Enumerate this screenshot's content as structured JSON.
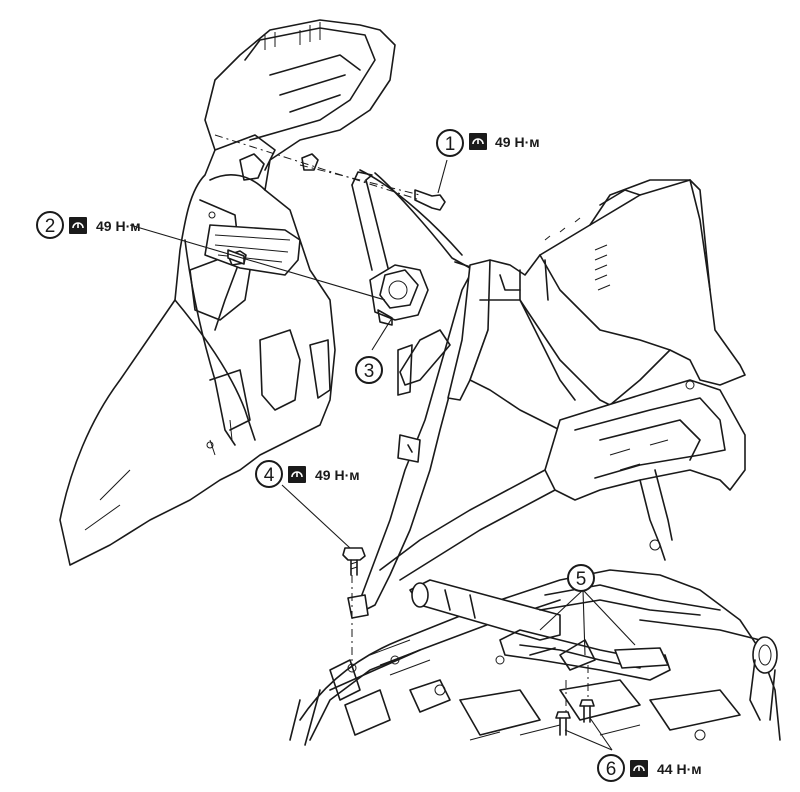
{
  "callouts": [
    {
      "id": "1",
      "label": "1",
      "torque": "49 Н·м"
    },
    {
      "id": "2",
      "label": "2",
      "torque": "49 Н·м"
    },
    {
      "id": "3",
      "label": "3"
    },
    {
      "id": "4",
      "label": "4",
      "torque": "49 Н·м"
    },
    {
      "id": "5",
      "label": "5"
    },
    {
      "id": "6",
      "label": "6",
      "torque": "44 Н·м"
    }
  ],
  "icons": {
    "torque": "torque-wrench-icon"
  },
  "colors": {
    "line": "#1a1a1a",
    "background": "#ffffff"
  }
}
